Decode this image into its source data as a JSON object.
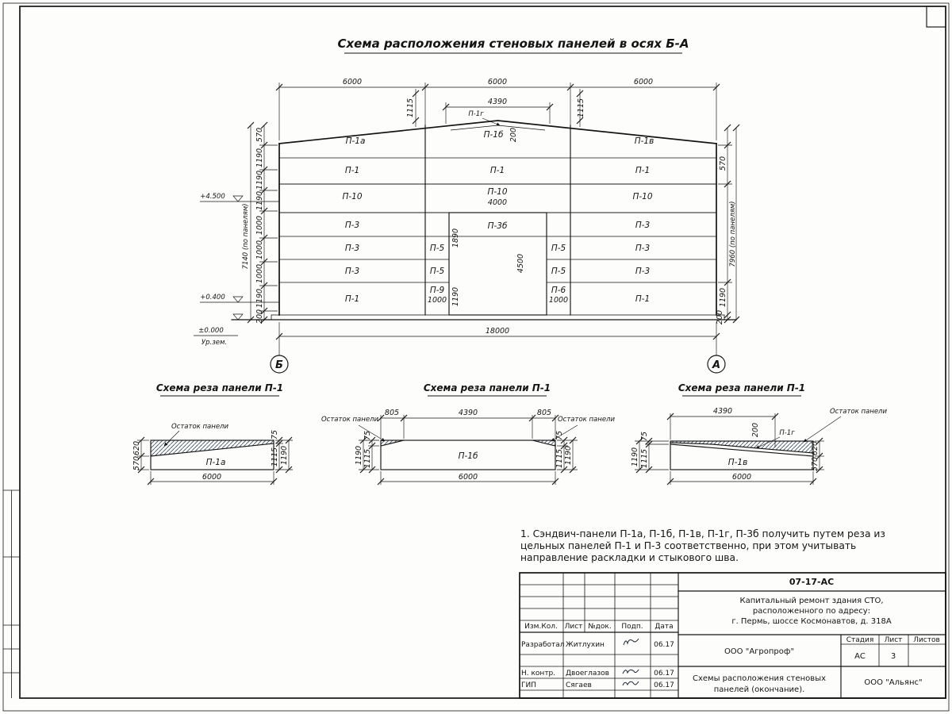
{
  "colors": {
    "line": "#141414",
    "hatch-green": "#6b977f",
    "hatch-dark": "#3d5166"
  },
  "ttl": {
    "main": "Схема расположения стеновых панелей в осях Б-А",
    "d1": "Схема реза панели П-1",
    "d2": "Схема реза панели П-1",
    "d3": "Схема реза панели П-1"
  },
  "el": {
    "axL": "Б",
    "axR": "А",
    "d6000": [
      "6000",
      "6000",
      "6000"
    ],
    "d18000": "18000",
    "d4390": "4390",
    "d1115L": "1115",
    "d1115R": "1115",
    "d200r": "200",
    "chainL": [
      "570",
      "1190",
      "1190",
      "1190",
      "1000",
      "1000",
      "1000",
      "1190"
    ],
    "d200bL": "200",
    "d200bR": "200",
    "ovL": "7140  (по панелям)",
    "ovR": "7960  (по панелям)",
    "d570R": "570",
    "d1190R": "1190",
    "lv1": "+4.500",
    "lv2": "+0.400",
    "lv3": "±0.000",
    "ground": "Ур.зем.",
    "d4000": "4000",
    "d4500": "4500",
    "d1890": "1890",
    "d1190d": "1190",
    "w1000L": "1000",
    "w1000R": "1000",
    "r1": [
      "П-1а",
      "П-1б",
      "П-1в"
    ],
    "ridge": "П-1г",
    "r2": [
      "П-1",
      "П-1",
      "П-1"
    ],
    "r3": [
      "П-10",
      "П-10",
      "П-10"
    ],
    "r4": [
      "П-3",
      "П-3б",
      "П-3"
    ],
    "r5": [
      "П-3",
      "П-5",
      "П-5",
      "П-3"
    ],
    "r6": [
      "П-3",
      "П-5",
      "П-5",
      "П-3"
    ],
    "r7": [
      "П-1",
      "П-9",
      "П-6",
      "П-1"
    ]
  },
  "dt1": {
    "panel": "П-1а",
    "rest": "Остаток панели",
    "d620": "620",
    "d570": "570",
    "d75": "75",
    "d1115": "1115",
    "d1190": "1190",
    "d6000": "6000"
  },
  "dt2": {
    "panel": "П-1б",
    "restL": "Остаток панели",
    "restR": "Остаток панели",
    "d805L": "805",
    "d4390": "4390",
    "d805R": "805",
    "dL75": "75",
    "dL1115": "1115",
    "dL1190": "1190",
    "dR75": "75",
    "dR1115": "1115",
    "dR1190": "1190",
    "d6000": "6000"
  },
  "dt3": {
    "panel": "П-1в",
    "small": "П-1г",
    "rest": "Остаток панели",
    "d4390": "4390",
    "d200": "200",
    "d620": "620",
    "d570": "570",
    "d75": "75",
    "d1115": "1115",
    "d1190": "1190",
    "d6000": "6000"
  },
  "note": {
    "text": "1. Сэндвич-панели П-1а, П-1б, П-1в, П-1г, П-3б получить путем реза из цельных панелей П-1 и П-3 соответственно, при этом учитывать направление раскладки и стыкового шва."
  },
  "stamp": {
    "doc": "07-17-АС",
    "project_l1": "Капитальный ремонт здания СТО,",
    "project_l2": "расположенного по адресу:",
    "project_l3": "г. Пермь, шоссе Космонавтов, д. 318А",
    "h_izmkol": "Изм.Кол.",
    "h_list": "Лист",
    "h_ndok": "№док.",
    "h_podp": "Подп.",
    "h_data": "Дата",
    "rows": [
      {
        "role": "Разработал",
        "name": "Житлухин",
        "date": "06.17"
      },
      {
        "role": "Н. контр.",
        "name": "Двоеглазов",
        "date": "06.17"
      },
      {
        "role": "ГИП",
        "name": "Сягаев",
        "date": "06.17"
      }
    ],
    "org1": "ООО \"Агропроф\"",
    "stage_h": "Стадия",
    "list_h": "Лист",
    "listov_h": "Листов",
    "stage": "АС",
    "sheet": "3",
    "subject_l1": "Схемы расположения стеновых",
    "subject_l2": "панелей (окончание).",
    "org2": "ООО \"Альянс\""
  }
}
